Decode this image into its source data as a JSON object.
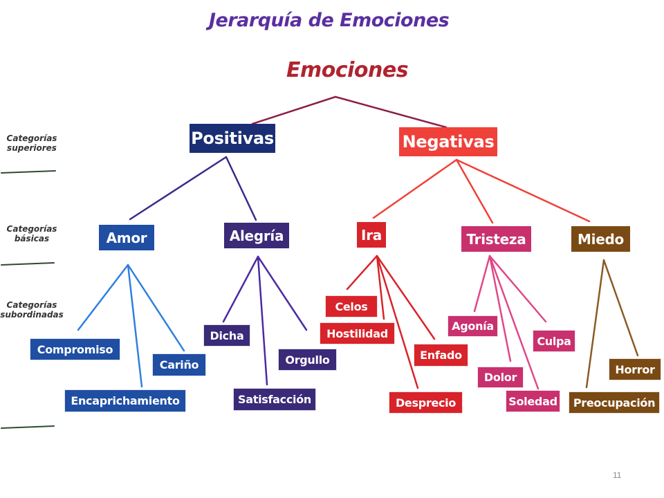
{
  "slide_title": "Jerarquía de Emociones",
  "root": "Emociones",
  "level_labels": {
    "superiores": "Categorías superiores",
    "basicas": "Categorías básicas",
    "subordinadas": "Categorías subordinadas"
  },
  "colors": {
    "title": "#5b2fa0",
    "root": "#b0232e",
    "positivas": "#1a2e74",
    "negativas": "#f0403a",
    "amor": "#1f4ea3",
    "amor_lines": "#2f7fe0",
    "alegria": "#3a2a78",
    "alegria_lines": "#4b2aa0",
    "ira": "#d8232a",
    "tristeza": "#c8306e",
    "tristeza_lines": "#e0468a",
    "miedo": "#7a4a14",
    "miedo_lines": "#8a5a24"
  },
  "superiores": {
    "positivas": "Positivas",
    "negativas": "Negativas"
  },
  "basicas": {
    "amor": "Amor",
    "alegria": "Alegría",
    "ira": "Ira",
    "tristeza": "Tristeza",
    "miedo": "Miedo"
  },
  "subordinadas": {
    "compromiso": "Compromiso",
    "encaprichamiento": "Encaprichamiento",
    "carino": "Cariño",
    "dicha": "Dicha",
    "satisfaccion": "Satisfacción",
    "orgullo": "Orgullo",
    "celos": "Celos",
    "hostilidad": "Hostilidad",
    "enfado": "Enfado",
    "desprecio": "Desprecio",
    "agonia": "Agonía",
    "dolor": "Dolor",
    "soledad": "Soledad",
    "culpa": "Culpa",
    "horror": "Horror",
    "preocupacion": "Preocupación"
  },
  "page_number": "11"
}
